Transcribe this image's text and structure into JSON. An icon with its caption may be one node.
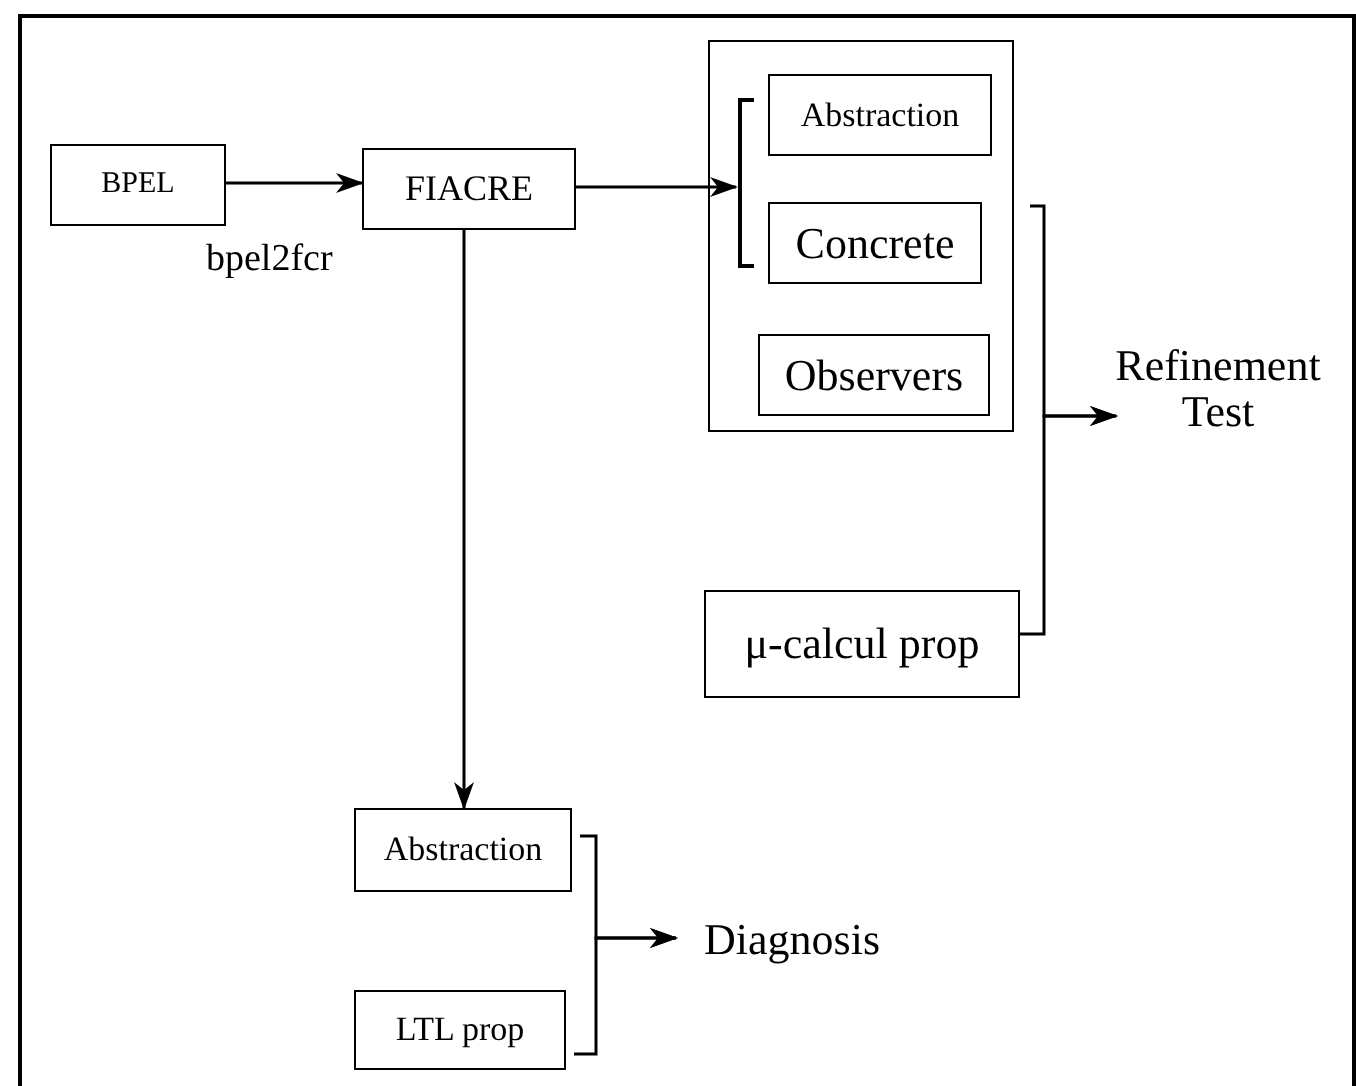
{
  "diagram": {
    "nodes": [
      {
        "text": [
          "BPEL"
        ]
      },
      {
        "text": [
          "FIACRE"
        ]
      },
      {
        "text": [],
        "shape": "box"
      },
      {
        "text": [
          "Abstraction"
        ],
        "in": 2
      },
      {
        "text": [
          "Concrete"
        ],
        "in": 2
      },
      {
        "text": [
          "Observers"
        ],
        "in": 2
      },
      {
        "text": [
          "μ-calcul prop"
        ]
      },
      {
        "text": [
          "Refinement Test"
        ]
      },
      {
        "text": [
          "Abstraction"
        ]
      },
      {
        "text": [
          "LTL prop"
        ]
      },
      {
        "text": [
          "Diagnosis"
        ]
      }
    ],
    "edges": [
      {
        "from": 0,
        "to": 1,
        "arrow": "to",
        "label": "bpel2fcr"
      },
      {
        "from": 1,
        "to": 3,
        "arrow": "to"
      },
      {
        "from": 1,
        "to": 4,
        "arrow": "to"
      },
      {
        "from": 1,
        "to": 8,
        "arrow": "to"
      },
      {
        "from": 4,
        "to": 7,
        "arrow": "to"
      },
      {
        "from": 6,
        "to": 7,
        "arrow": "to"
      },
      {
        "from": 8,
        "to": 10,
        "arrow": "to"
      },
      {
        "from": 9,
        "to": 10,
        "arrow": "to"
      }
    ]
  }
}
